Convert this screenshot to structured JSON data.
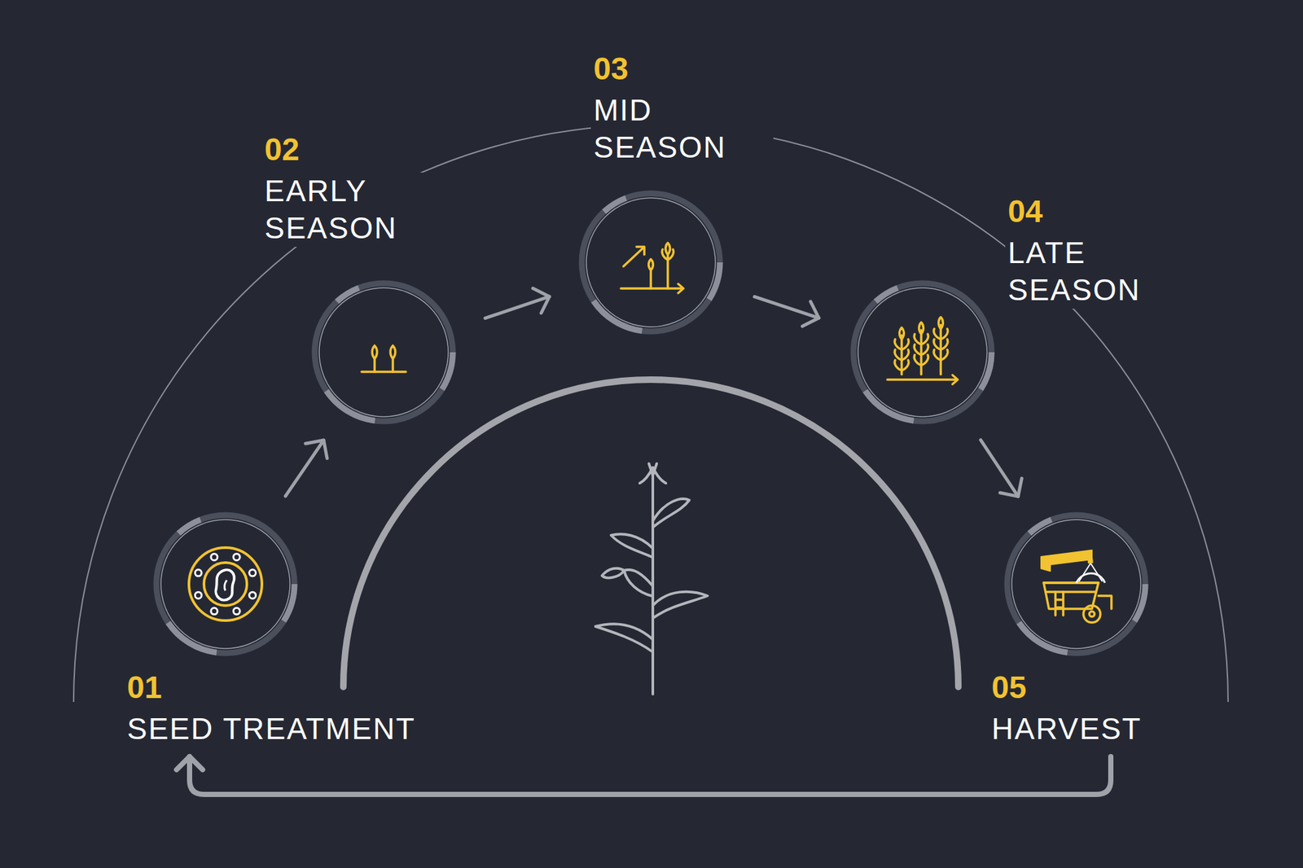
{
  "diagram": {
    "nodes": [
      {
        "text": [
          "01",
          "SEED TREATMENT"
        ]
      },
      {
        "text": [
          "02",
          "EARLY SEASON"
        ]
      },
      {
        "text": [
          "03",
          "MID SEASON"
        ]
      },
      {
        "text": [
          "04",
          "LATE SEASON"
        ]
      },
      {
        "text": [
          "05",
          "HARVEST"
        ]
      }
    ],
    "edges": [
      {
        "from": 0,
        "to": 1,
        "arrow": "to"
      },
      {
        "from": 1,
        "to": 2,
        "arrow": "to"
      },
      {
        "from": 2,
        "to": 3,
        "arrow": "to"
      },
      {
        "from": 3,
        "to": 4,
        "arrow": "to"
      },
      {
        "from": 4,
        "to": 0,
        "arrow": "to"
      }
    ]
  }
}
